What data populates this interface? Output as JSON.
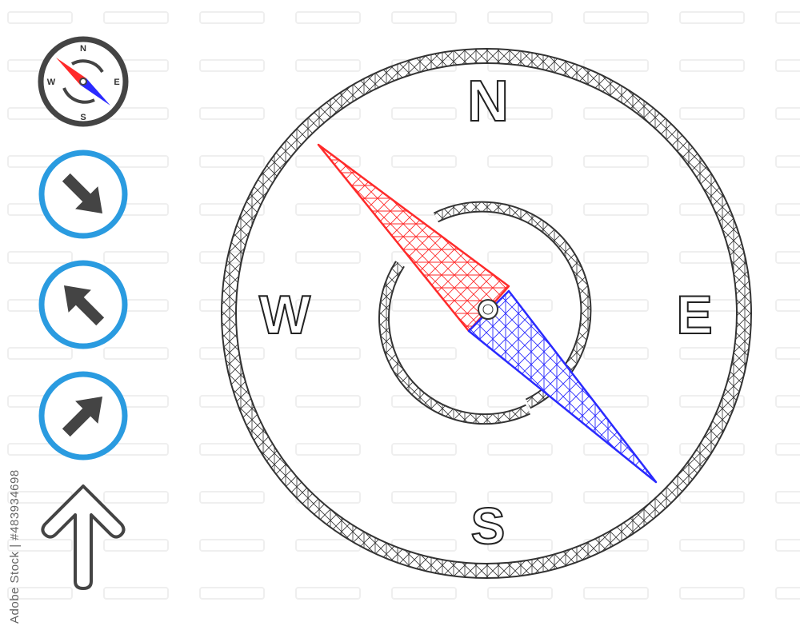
{
  "stock_id": "Adobe Stock | #483934698",
  "main_compass": {
    "north": "N",
    "south": "S",
    "east": "E",
    "west": "W"
  },
  "small_compass": {
    "north": "N",
    "south": "S",
    "east": "E",
    "west": "W"
  },
  "colors": {
    "mesh": "#333333",
    "needle_north": "#ff2a2a",
    "needle_south": "#2a2aff",
    "ring_blue": "#2a9be0",
    "arrow_gray": "#444444"
  },
  "icons": [
    "compass-icon",
    "arrow-down-right-icon",
    "arrow-up-left-icon",
    "arrow-up-right-icon",
    "arrow-up-outline-icon"
  ]
}
